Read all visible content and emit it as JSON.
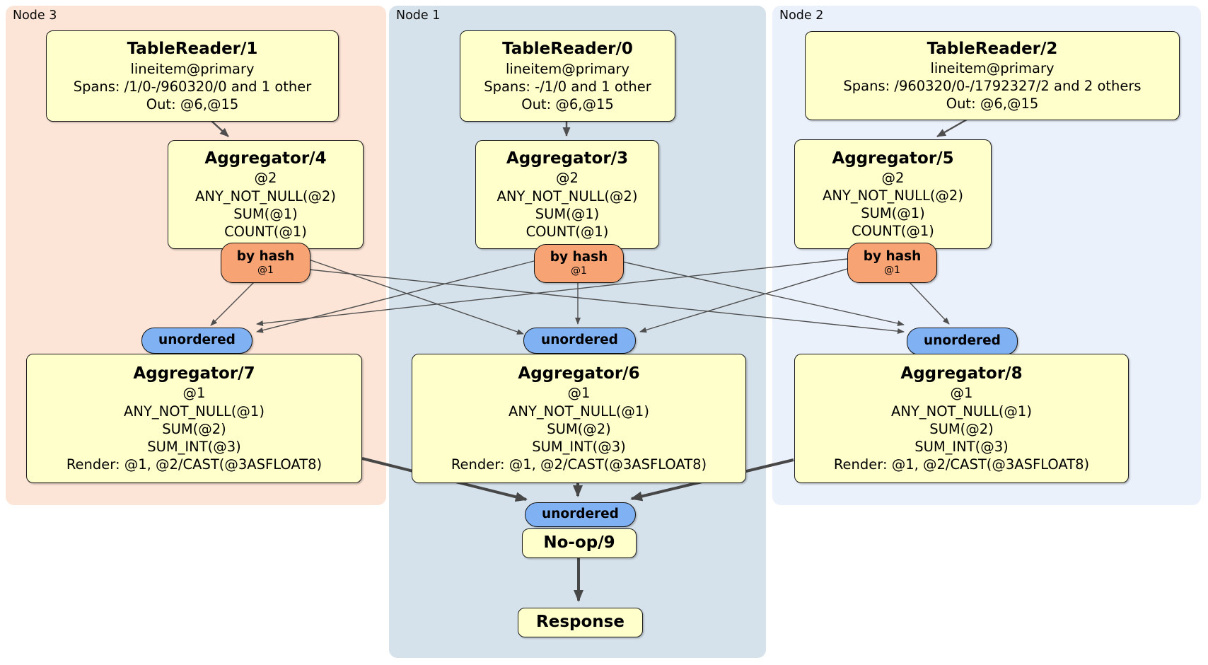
{
  "panels": {
    "node3": {
      "label": "Node 3"
    },
    "node1": {
      "label": "Node 1"
    },
    "node2": {
      "label": "Node 2"
    }
  },
  "processors": {
    "tr1": {
      "title": "TableReader/1",
      "lines": [
        "lineitem@primary",
        "Spans: /1/0-/960320/0 and 1 other",
        "Out: @6,@15"
      ]
    },
    "tr0": {
      "title": "TableReader/0",
      "lines": [
        "lineitem@primary",
        "Spans: -/1/0 and 1 other",
        "Out: @6,@15"
      ]
    },
    "tr2": {
      "title": "TableReader/2",
      "lines": [
        "lineitem@primary",
        "Spans: /960320/0-/1792327/2 and 2 others",
        "Out: @6,@15"
      ]
    },
    "agg4": {
      "title": "Aggregator/4",
      "lines": [
        "@2",
        "ANY_NOT_NULL(@2)",
        "SUM(@1)",
        "COUNT(@1)"
      ]
    },
    "agg3": {
      "title": "Aggregator/3",
      "lines": [
        "@2",
        "ANY_NOT_NULL(@2)",
        "SUM(@1)",
        "COUNT(@1)"
      ]
    },
    "agg5": {
      "title": "Aggregator/5",
      "lines": [
        "@2",
        "ANY_NOT_NULL(@2)",
        "SUM(@1)",
        "COUNT(@1)"
      ]
    },
    "agg7": {
      "title": "Aggregator/7",
      "lines": [
        "@1",
        "ANY_NOT_NULL(@1)",
        "SUM(@2)",
        "SUM_INT(@3)",
        "Render: @1, @2/CAST(@3ASFLOAT8)"
      ]
    },
    "agg6": {
      "title": "Aggregator/6",
      "lines": [
        "@1",
        "ANY_NOT_NULL(@1)",
        "SUM(@2)",
        "SUM_INT(@3)",
        "Render: @1, @2/CAST(@3ASFLOAT8)"
      ]
    },
    "agg8": {
      "title": "Aggregator/8",
      "lines": [
        "@1",
        "ANY_NOT_NULL(@1)",
        "SUM(@2)",
        "SUM_INT(@3)",
        "Render: @1, @2/CAST(@3ASFLOAT8)"
      ]
    },
    "noop": {
      "title": "No-op/9"
    },
    "response": {
      "title": "Response"
    }
  },
  "routers": {
    "by_hash": {
      "label": "by hash",
      "detail": "@1"
    }
  },
  "streams": {
    "unordered_label": "unordered"
  },
  "colors": {
    "node3_bg": "#fce4d6",
    "node1_bg": "#d6e2eb",
    "node2_bg": "#ebf1fb",
    "processor_bg": "#ffffcc",
    "router_bg": "#f7a374",
    "sync_bg": "#80b1f2",
    "edge": "#4f4f4f"
  }
}
